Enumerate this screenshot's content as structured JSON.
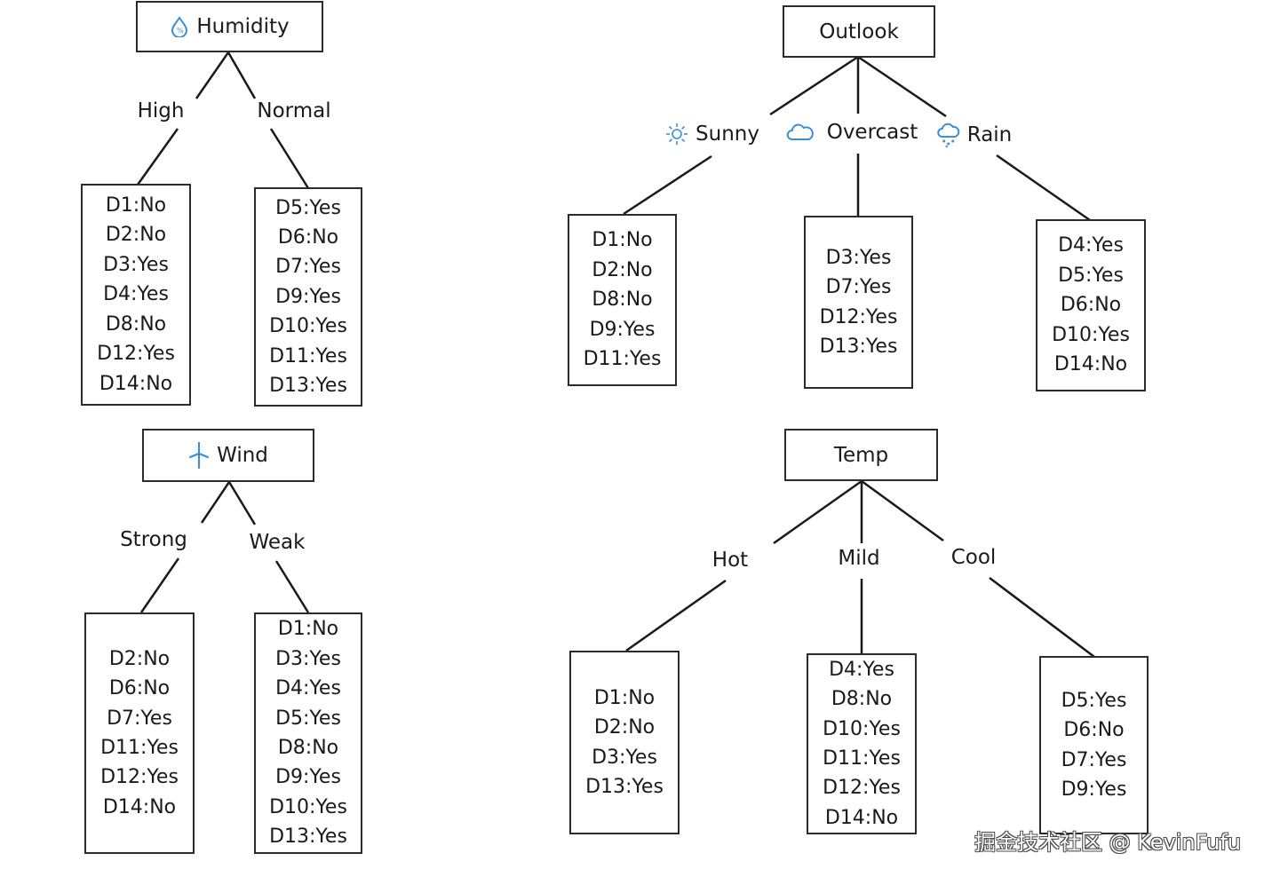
{
  "trees": {
    "humidity": {
      "title": "Humidity",
      "icon": "droplet-icon",
      "branches": [
        {
          "label": "High",
          "items": [
            "D1:No",
            "D2:No",
            "D3:Yes",
            "D4:Yes",
            "D8:No",
            "D12:Yes",
            "D14:No"
          ]
        },
        {
          "label": "Normal",
          "items": [
            "D5:Yes",
            "D6:No",
            "D7:Yes",
            "D9:Yes",
            "D10:Yes",
            "D11:Yes",
            "D13:Yes"
          ]
        }
      ]
    },
    "outlook": {
      "title": "Outlook",
      "branches": [
        {
          "label": "Sunny",
          "icon": "sun-icon",
          "items": [
            "D1:No",
            "D2:No",
            "D8:No",
            "D9:Yes",
            "D11:Yes"
          ]
        },
        {
          "label": "Overcast",
          "icon": "cloud-icon",
          "items": [
            "D3:Yes",
            "D7:Yes",
            "D12:Yes",
            "D13:Yes"
          ]
        },
        {
          "label": "Rain",
          "icon": "rain-cloud-icon",
          "items": [
            "D4:Yes",
            "D5:Yes",
            "D6:No",
            "D10:Yes",
            "D14:No"
          ]
        }
      ]
    },
    "wind": {
      "title": "Wind",
      "icon": "wind-turbine-icon",
      "branches": [
        {
          "label": "Strong",
          "items": [
            "D2:No",
            "D6:No",
            "D7:Yes",
            "D11:Yes",
            "D12:Yes",
            "D14:No"
          ]
        },
        {
          "label": "Weak",
          "items": [
            "D1:No",
            "D3:Yes",
            "D4:Yes",
            "D5:Yes",
            "D8:No",
            "D9:Yes",
            "D10:Yes",
            "D13:Yes"
          ]
        }
      ]
    },
    "temp": {
      "title": "Temp",
      "branches": [
        {
          "label": "Hot",
          "items": [
            "D1:No",
            "D2:No",
            "D3:Yes",
            "D13:Yes"
          ]
        },
        {
          "label": "Mild",
          "items": [
            "D4:Yes",
            "D8:No",
            "D10:Yes",
            "D11:Yes",
            "D12:Yes",
            "D14:No"
          ]
        },
        {
          "label": "Cool",
          "items": [
            "D5:Yes",
            "D6:No",
            "D7:Yes",
            "D9:Yes"
          ]
        }
      ]
    }
  },
  "watermark": "掘金技术社区 @ KevinFufu",
  "colors": {
    "line": "#1a1a1a",
    "icon": "#3a8fd6"
  }
}
